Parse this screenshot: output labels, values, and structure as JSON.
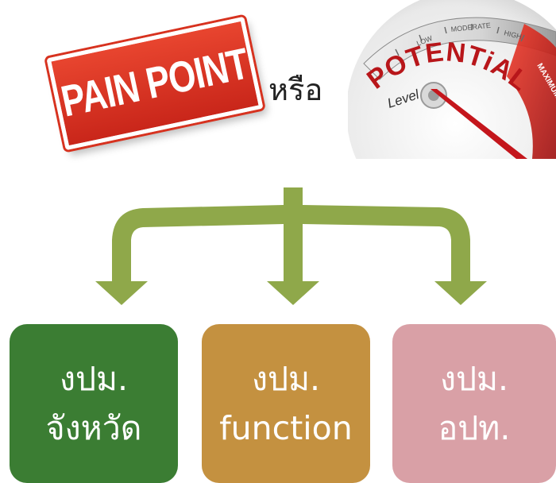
{
  "top": {
    "pain_point_label": "PAIN POINT",
    "or_text": "หรือ",
    "gauge": {
      "title": "POTENTiAL",
      "subtitle": "Level",
      "scale_labels": [
        "LOW",
        "MODERATE",
        "HIGH",
        "MAXIMUM"
      ]
    }
  },
  "boxes": [
    {
      "line1": "งปม.",
      "line2": "จังหวัด",
      "color": "#3b7d33"
    },
    {
      "line1": "งปม.",
      "line2": "function",
      "color": "#c49140"
    },
    {
      "line1": "งปม.",
      "line2": "อปท.",
      "color": "#d9a0a6"
    }
  ],
  "arrow_color": "#8fa84a"
}
